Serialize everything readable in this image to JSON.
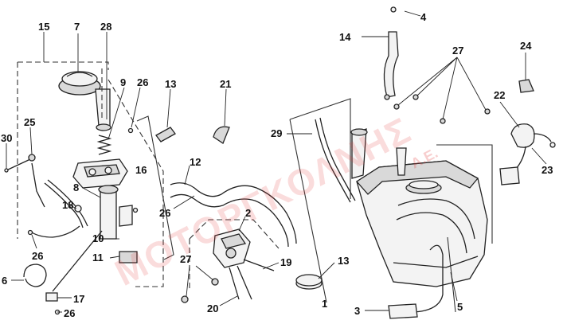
{
  "watermark": {
    "main": "ΜΟΤΟΡΓΚΟΛΝΗΣ",
    "suffix": "Α.Ε."
  },
  "callouts": {
    "c1": "1",
    "c2": "2",
    "c3": "3",
    "c4": "4",
    "c5": "5",
    "c6": "6",
    "c7": "7",
    "c8": "8",
    "c9": "9",
    "c10": "10",
    "c11": "11",
    "c12": "12",
    "c13a": "13",
    "c13b": "13",
    "c14": "14",
    "c15": "15",
    "c16": "16",
    "c17": "17",
    "c18": "18",
    "c19": "19",
    "c20": "20",
    "c21": "21",
    "c22": "22",
    "c23": "23",
    "c24": "24",
    "c25": "25",
    "c26a": "26",
    "c26b": "26",
    "c26c": "26",
    "c26d": "26",
    "c27a": "27",
    "c27b": "27",
    "c28": "28",
    "c29": "29",
    "c30": "30"
  }
}
